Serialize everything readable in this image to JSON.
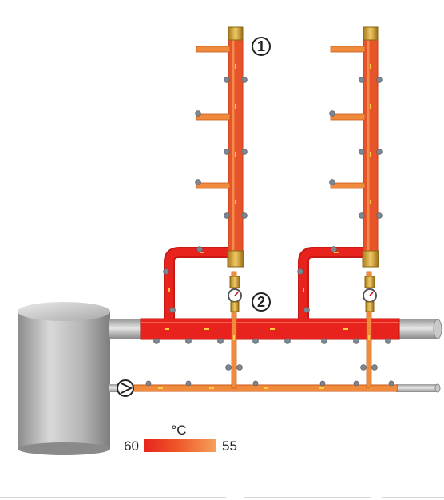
{
  "markers": [
    {
      "label": "1"
    },
    {
      "label": "2"
    }
  ],
  "legend": {
    "unit": "°C",
    "hot_value": "60",
    "cool_value": "55",
    "hot_color": "#e8231e",
    "cool_color": "#f5a05a"
  },
  "colors": {
    "hot_pipe": "#e8231e",
    "circulation_pipe": "#f08a3c",
    "pipe_edge": "#c95a1a",
    "flow_dash": "#ffe34a",
    "tank_body": "#b9b9b9",
    "brass": "#d6a53a"
  },
  "icons": [
    "tank-icon",
    "pump-icon",
    "thermometer-icon",
    "valve-icon"
  ]
}
